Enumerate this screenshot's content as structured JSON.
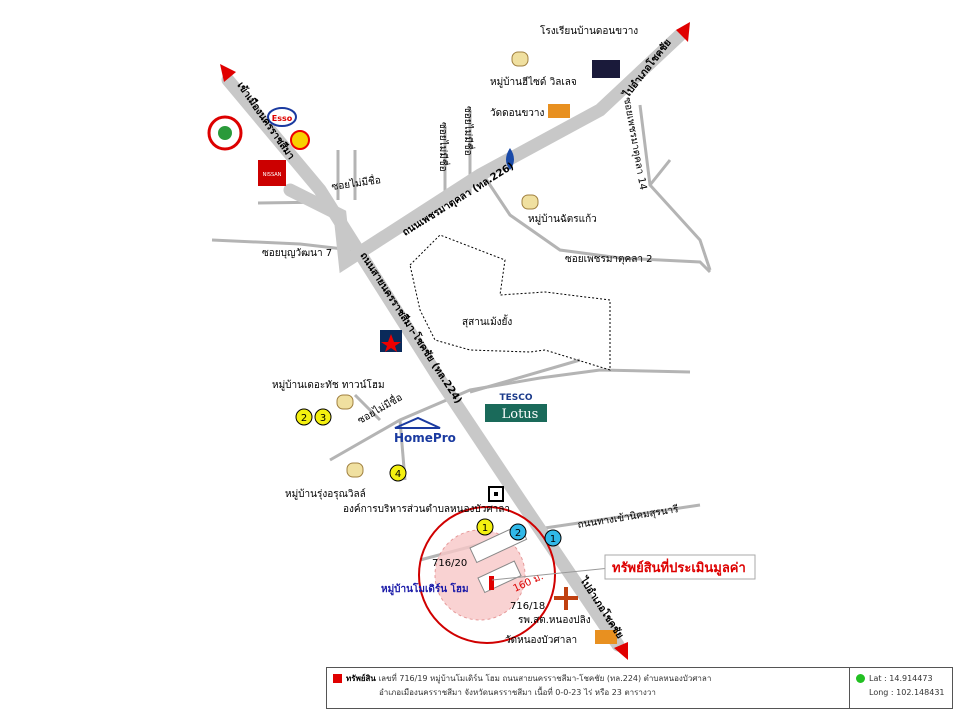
{
  "map": {
    "roads": {
      "main_road": "ถนนสายนครราชสีมา-โชคชัย (ทล.224)",
      "road_226": "ถนนเพชรมาตุคลา (ทล.226)",
      "to_city": "เข้าเมืองนครราชสีมา",
      "to_chok_chai": "ไปอำเภอโชคชัย",
      "to_chok_chai_top": "ไปอำเภอโชคชัย",
      "soi_boonyawat": "ซอยบุญวัฒนา 7",
      "soi_nameless_1": "ซอยไม่มีชื่อ",
      "soi_nameless_2": "ซอยไม่มีชื่อ",
      "soi_nameless_3": "ซอยไม่มีชื่อ",
      "soi_nameless_4": "ซอยไม่มีชื่อ",
      "soi_phet_14": "ซอยเพชรมาตุคลา 14",
      "soi_phet_2": "ซอยเพชรมาตุคลา 2",
      "ring_road": "ถนนทางเข้านิคมสุรนารี"
    },
    "places": {
      "school": "โรงเรียนบ้านดอนขวาง",
      "village_hiside": "หมู่บ้านฮีไซด์ วิลเลจ",
      "wat_don_khwang": "วัดดอนขวาง",
      "village_chatkaeo": "หมู่บ้านฉัตรแก้ว",
      "cemetery": "สุสานเม้งยั้ง",
      "village_dutch": "หมู่บ้านเดอะทัช ทาวน์โฮม",
      "village_rung": "หมู่บ้านรุ่งอรุณวิลล์",
      "sao": "องค์การบริหารส่วนตำบลหนองบัวศาลา",
      "village_modern": "หมู่บ้านโมเดิร์น โฮม",
      "hospital": "รพ.สต.หนองปลิง",
      "wat_nong_bua": "วัดหนองบัวศาลา",
      "lot_a": "716/20",
      "lot_b": "716/18",
      "distance": "160 ม.",
      "subject": "ทรัพย์สินที่ประเมินมูลค่า"
    },
    "brands": {
      "esso": "Esso",
      "nissan": "NISSAN",
      "tesco": "TESCO",
      "lotus": "Lotus",
      "homepro": "HomePro"
    },
    "markers": [
      "1",
      "2",
      "3",
      "4",
      "1",
      "2"
    ]
  },
  "legend": {
    "title": "ทรัพย์สิน",
    "line1": "เลขที่ 716/19 หมู่บ้านโมเดิร์น โฮม ถนนสายนครราชสีมา-โชคชัย (ทล.224) ตำบลหนองบัวศาลา",
    "line2": "อำเภอเมืองนครราชสีมา จังหวัดนครราชสีมา เนื้อที่ 0-0-23 ไร่ หรือ 23 ตารางวา",
    "lat": "Lat : 14.914473",
    "long": "Long : 102.148431"
  },
  "colors": {
    "road": "#c8c8c8",
    "accent": "#e00000",
    "village_text": "#1a1aa8"
  }
}
